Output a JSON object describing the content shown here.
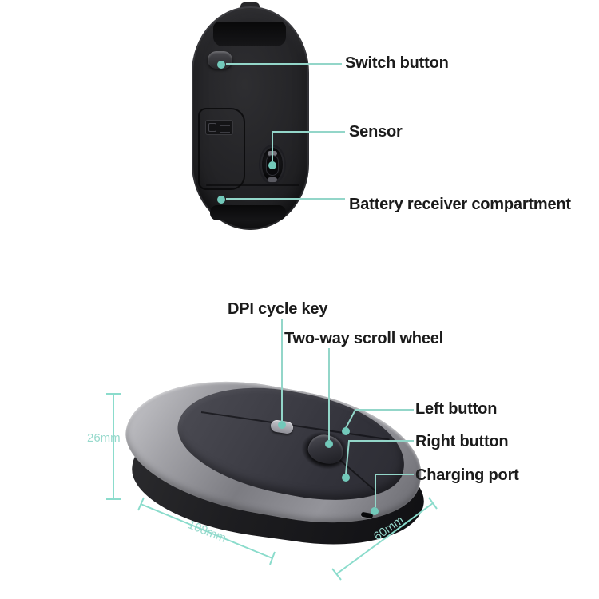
{
  "colors": {
    "leader_line": "#93d6c9",
    "leader_dot": "#72c9ba",
    "dimension_line": "#8bdccc",
    "dimension_text": "#96d9cc",
    "label_text": "#1b1b1b"
  },
  "top_view": {
    "labels": {
      "switch": "Switch button",
      "sensor": "Sensor",
      "battery": "Battery receiver compartment"
    }
  },
  "side_view": {
    "labels": {
      "dpi": "DPI cycle key",
      "scroll": "Two-way scroll wheel",
      "left": "Left button",
      "right": "Right button",
      "charging": "Charging port"
    },
    "dimensions": {
      "height": "26mm",
      "length": "108mm",
      "width": "60mm"
    }
  }
}
